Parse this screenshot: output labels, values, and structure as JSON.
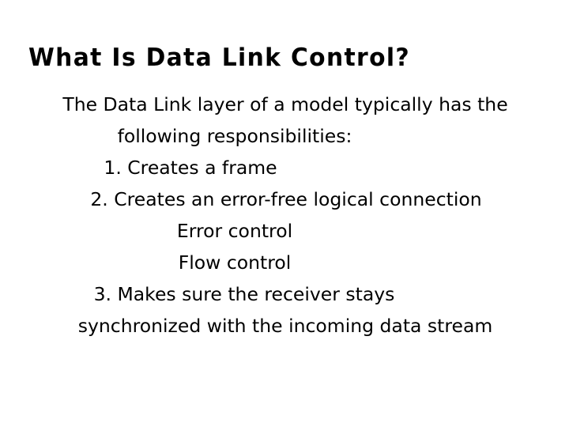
{
  "slide": {
    "title": "What Is Data Link Control?",
    "background_color": "#FFFFFF",
    "text_color": "#000000",
    "body_lines": [
      "The Data Link layer of a model typically has the",
      "following responsibilities:",
      "1. Creates a frame",
      "2. Creates an error-free logical connection",
      "Error control",
      "Flow control",
      "3. Makes sure the receiver stays",
      "synchronized with the incoming data stream"
    ],
    "outline": {
      "intro": "The Data Link layer of a model typically has the following responsibilities:",
      "numbered_items": [
        "1. Creates a frame",
        "2. Creates an error-free logical connection",
        "3. Makes sure the receiver stays synchronized with the incoming data stream"
      ],
      "sub_items": [
        "Error control",
        "Flow control"
      ]
    }
  }
}
